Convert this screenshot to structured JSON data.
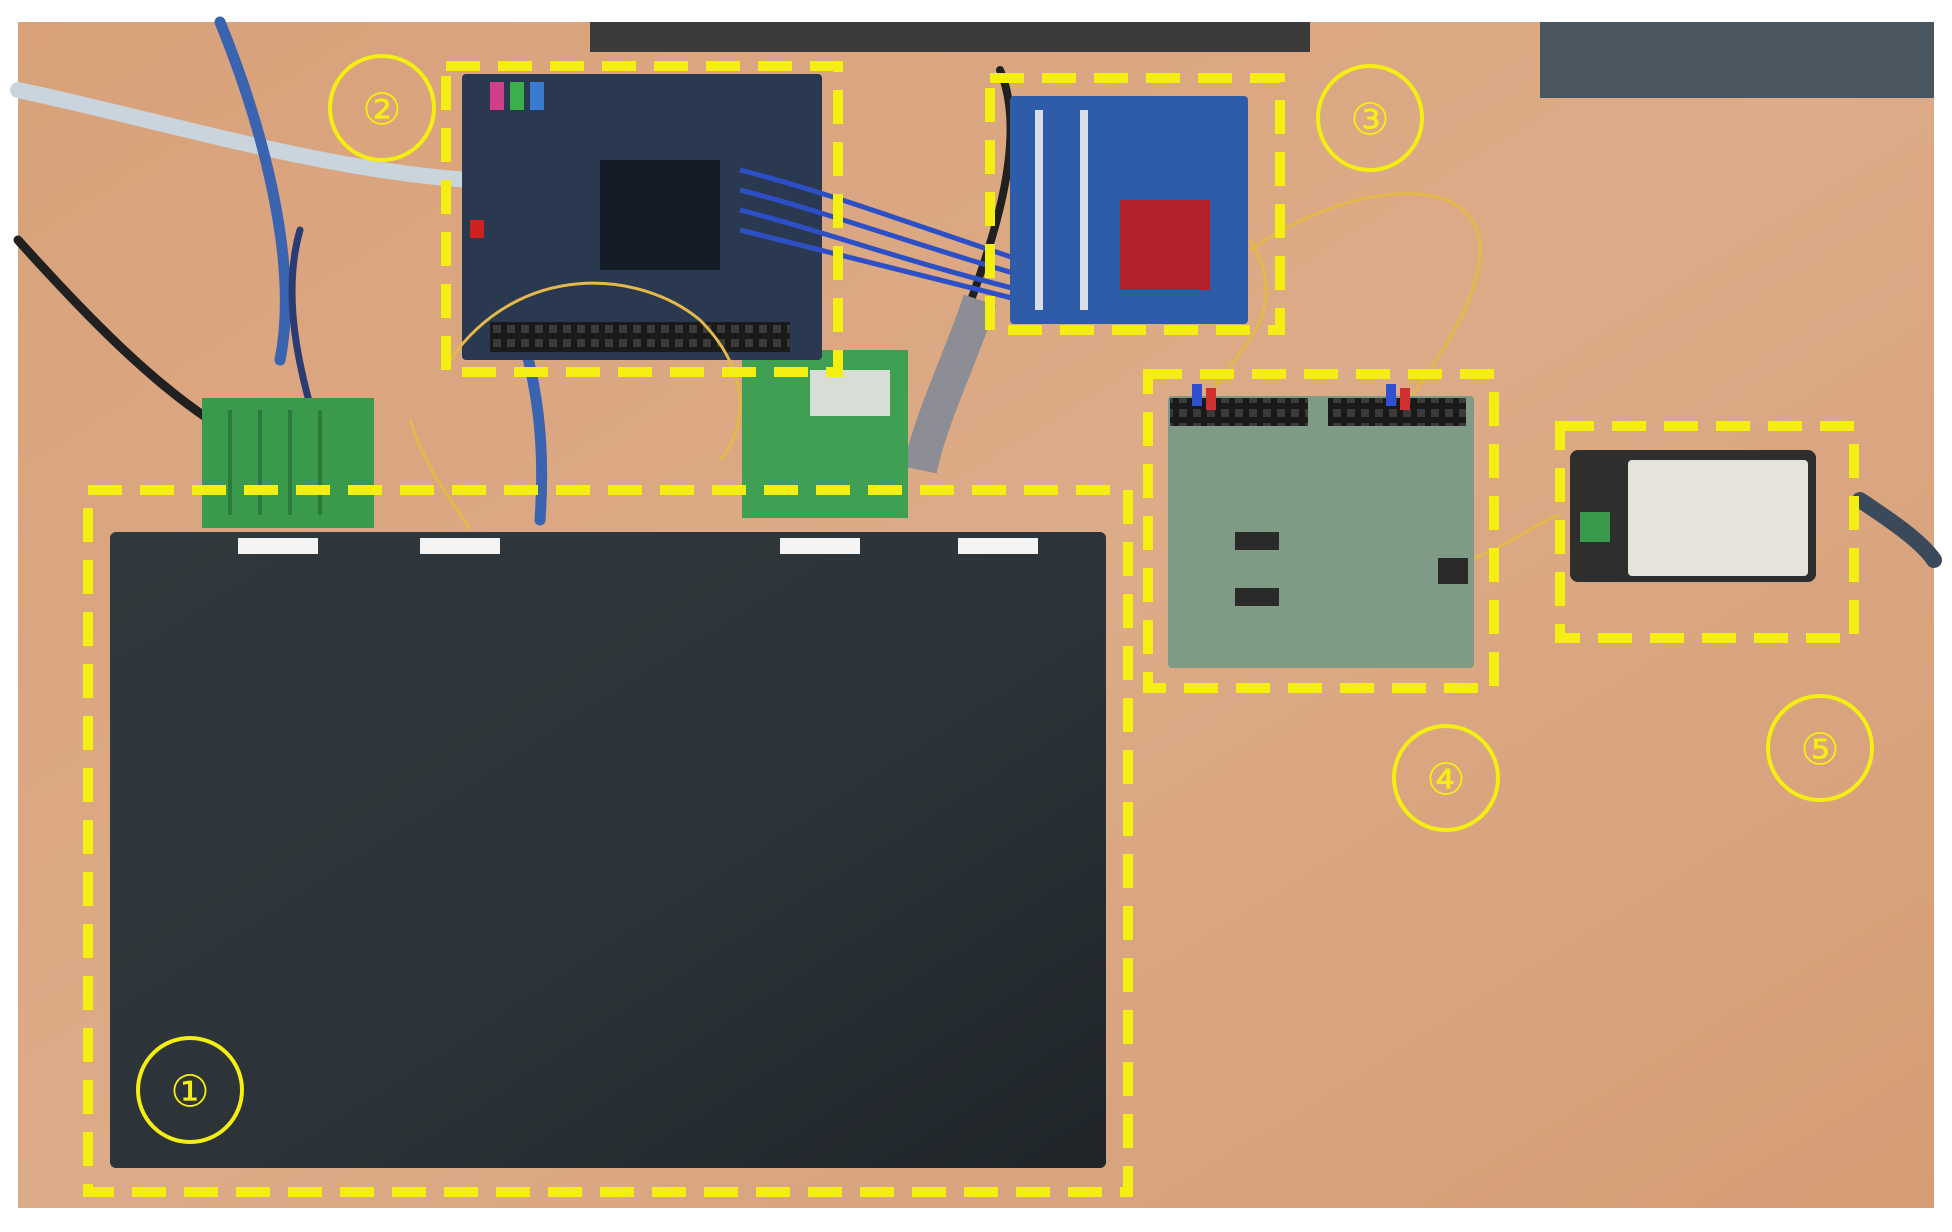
{
  "labels": {
    "switch": "①",
    "fpga": "②",
    "interface": "③",
    "load": "④",
    "meter": "⑤"
  },
  "colors": {
    "highlight": "#f4ee12",
    "desk": "#d9a47e",
    "switch_body": "#2a3136",
    "fpga_pcb": "#2a3850",
    "interface_pcb": "#2f5ca8",
    "adapter_pcb": "#3a9a4c",
    "load_pcb": "#7f9b86",
    "meter_body": "#e6e3da"
  }
}
